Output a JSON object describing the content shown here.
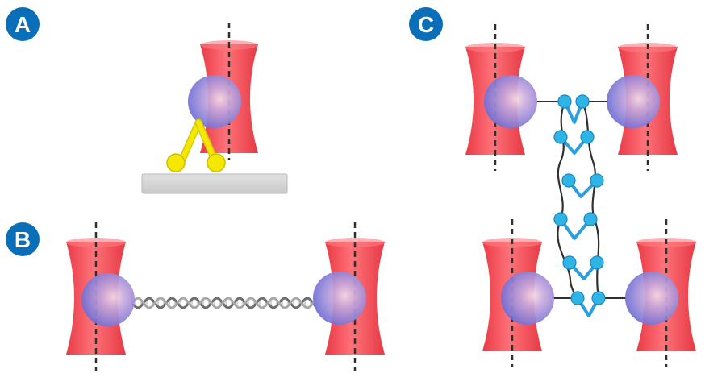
{
  "panels": [
    {
      "id": "A",
      "label": "A"
    },
    {
      "id": "B",
      "label": "B"
    },
    {
      "id": "C",
      "label": "C"
    }
  ],
  "colors": {
    "label_badge": "#0a6fb8",
    "laser_beam": "#f0414b",
    "bead": "#8c8ce6",
    "motor_protein": "#f2e600",
    "surface": "#d4d4d4",
    "dna": "#a0a0a0",
    "protein_chain": "#2a9ee0",
    "protein_node": "#2fb4e6",
    "tether": "#303030"
  }
}
